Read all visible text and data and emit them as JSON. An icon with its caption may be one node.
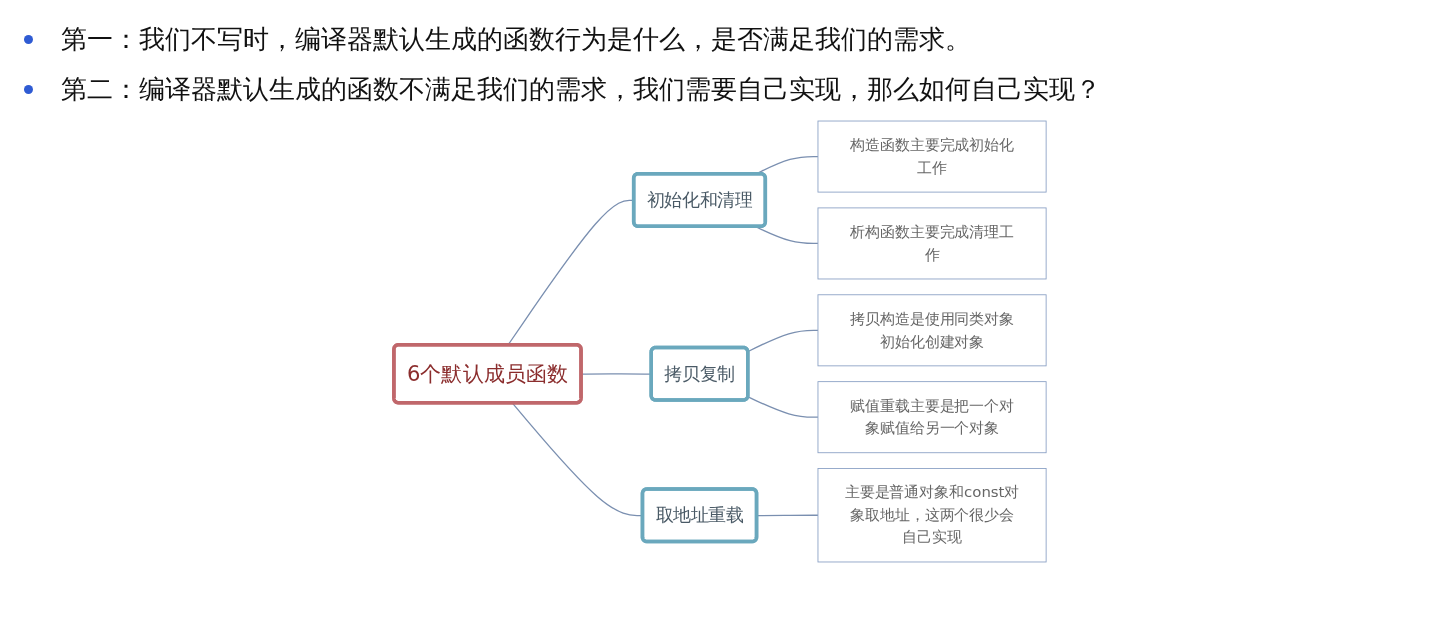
{
  "diagram": {
    "nodes": [
      {
        "text": [
          "6个默认成员函数"
        ]
      },
      {
        "text": [
          "初始化和清理"
        ]
      },
      {
        "text": [
          "构造函数主要完成初始化工作"
        ]
      },
      {
        "text": [
          "析构函数主要完成清理工作"
        ]
      },
      {
        "text": [
          "拷贝复制"
        ]
      },
      {
        "text": [
          "拷贝构造是使用同类对象初始化创建对象"
        ]
      },
      {
        "text": [
          "赋值重载主要是把一个对象赋值给另一个对象"
        ]
      },
      {
        "text": [
          "取地址重载"
        ]
      },
      {
        "text": [
          "主要是普通对象和const对象取地址，这两个很少会自己实现"
        ]
      }
    ],
    "edges": [
      {
        "from": 0,
        "to": 1,
        "arrow": "none"
      },
      {
        "from": 1,
        "to": 2,
        "arrow": "none"
      },
      {
        "from": 1,
        "to": 3,
        "arrow": "none"
      },
      {
        "from": 0,
        "to": 4,
        "arrow": "none"
      },
      {
        "from": 4,
        "to": 5,
        "arrow": "none"
      },
      {
        "from": 4,
        "to": 6,
        "arrow": "none"
      },
      {
        "from": 0,
        "to": 7,
        "arrow": "none"
      },
      {
        "from": 7,
        "to": 8,
        "arrow": "none"
      }
    ],
    "labels": [
      "第一：我们不写时，编译器默认生成的函数行为是什么，是否满足我们的需求。",
      "第二：编译器默认生成的函数不满足我们的需求，我们需要自己实现，那么如何自己实现？"
    ]
  }
}
